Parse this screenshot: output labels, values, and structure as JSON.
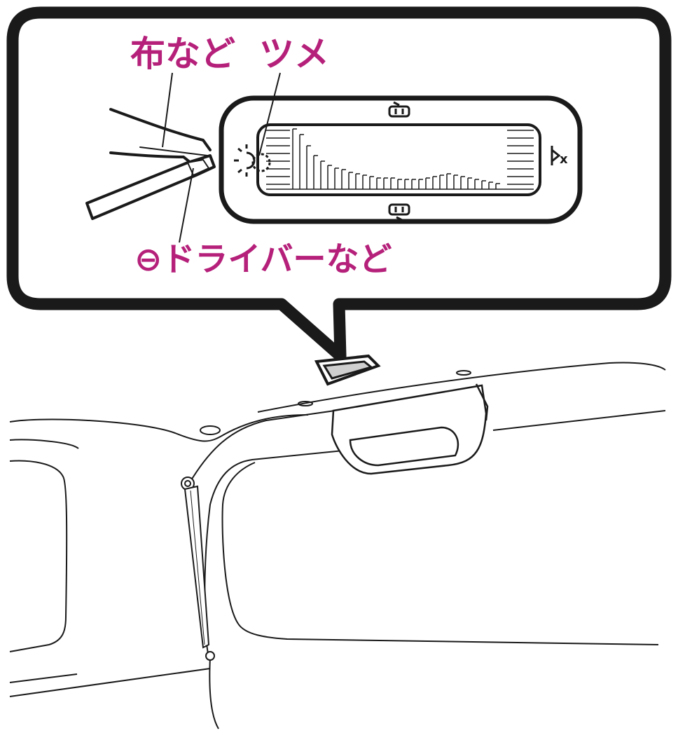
{
  "colors": {
    "accent": "#b5207a",
    "line": "#1a1a1a",
    "fill": "#ffffff"
  },
  "callout": {
    "label_cloth": "布など",
    "label_clip": "ツメ",
    "label_driver": "⊖ドライバーなど"
  },
  "display": {
    "icons": [
      "sun-indicator-icon",
      "face-top-icon",
      "face-bottom-icon",
      "sound-off-icon"
    ],
    "sound_off_text": "x"
  }
}
